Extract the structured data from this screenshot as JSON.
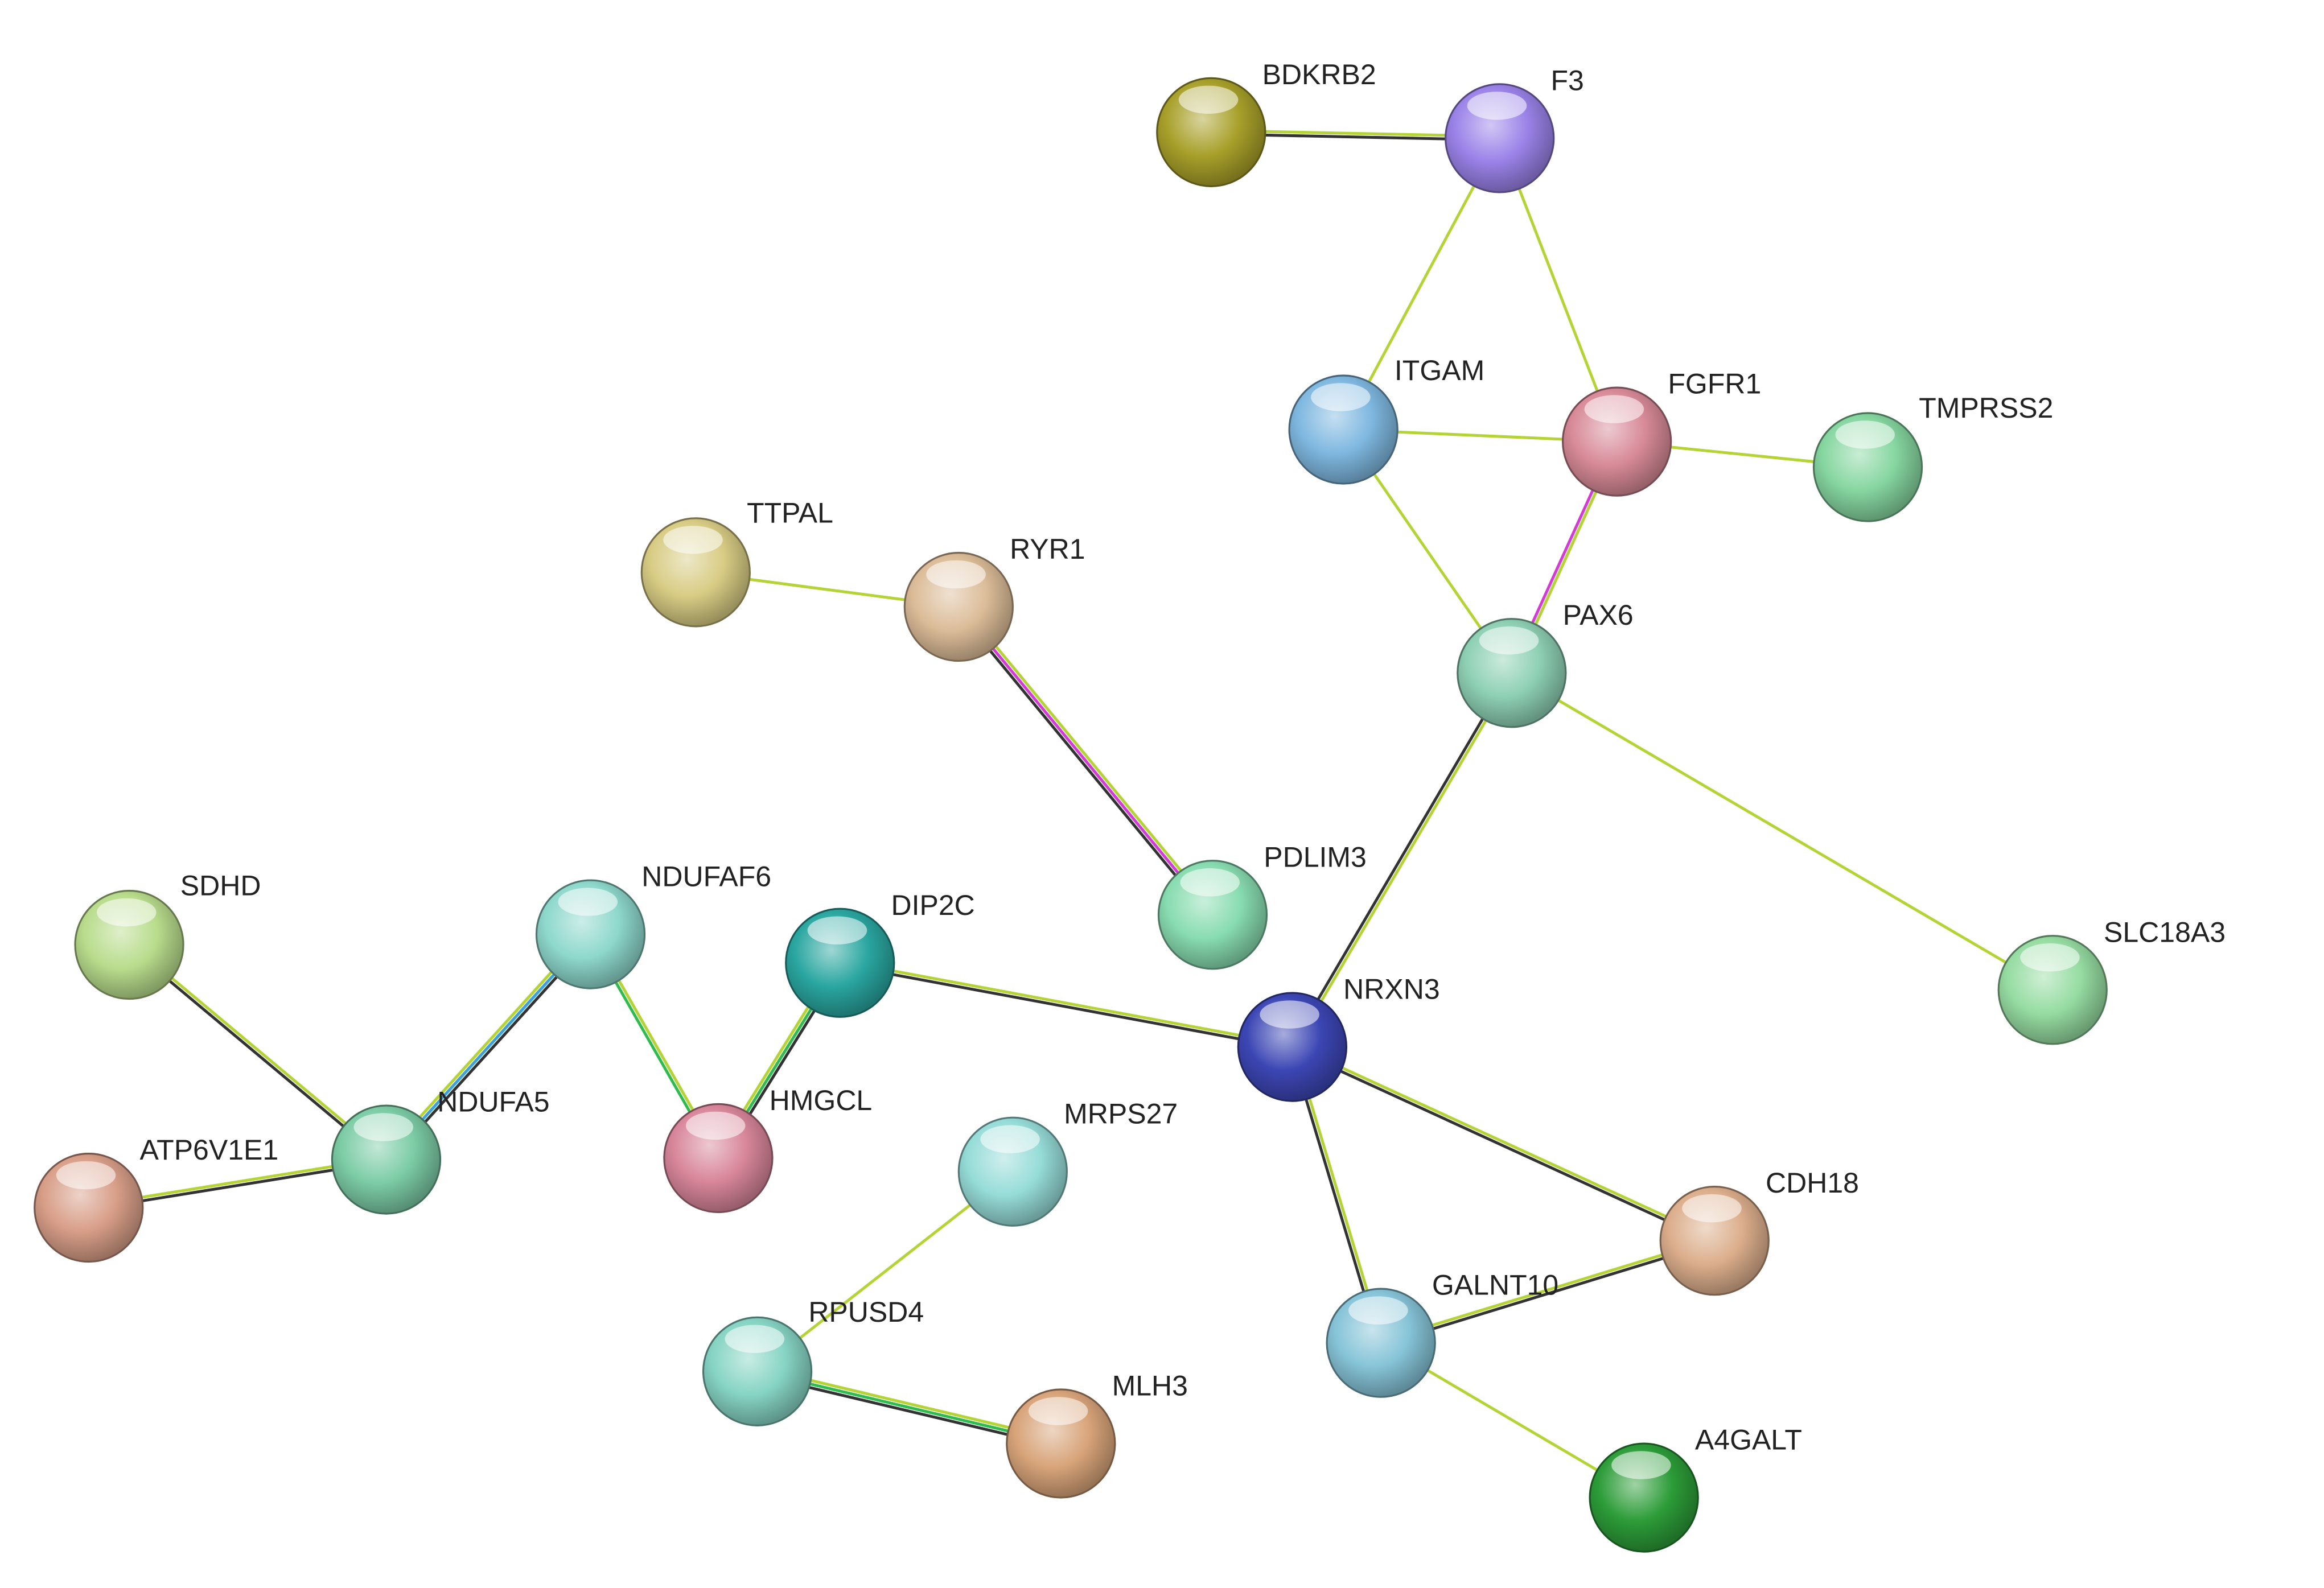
{
  "nodes": [
    {
      "id": "BDKRB2",
      "label": "BDKRB2",
      "color": "#a8a02a"
    },
    {
      "id": "F3",
      "label": "F3",
      "color": "#9a82e8"
    },
    {
      "id": "ITGAM",
      "label": "ITGAM",
      "color": "#7fb8e0"
    },
    {
      "id": "FGFR1",
      "label": "FGFR1",
      "color": "#d88a98"
    },
    {
      "id": "TMPRSS2",
      "label": "TMPRSS2",
      "color": "#86d6a0"
    },
    {
      "id": "TTPAL",
      "label": "TTPAL",
      "color": "#d8cc84"
    },
    {
      "id": "RYR1",
      "label": "RYR1",
      "color": "#dcbc98"
    },
    {
      "id": "PAX6",
      "label": "PAX6",
      "color": "#8ed0b4"
    },
    {
      "id": "PDLIM3",
      "label": "PDLIM3",
      "color": "#88dcb0"
    },
    {
      "id": "SLC18A3",
      "label": "SLC18A3",
      "color": "#96dca2"
    },
    {
      "id": "SDHD",
      "label": "SDHD",
      "color": "#b8dc8c"
    },
    {
      "id": "NDUFAF6",
      "label": "NDUFAF6",
      "color": "#8ed8cc"
    },
    {
      "id": "DIP2C",
      "label": "DIP2C",
      "color": "#2aa6a0"
    },
    {
      "id": "NRXN3",
      "label": "NRXN3",
      "color": "#3c46b4"
    },
    {
      "id": "NDUFA5",
      "label": "NDUFA5",
      "color": "#7ccca6"
    },
    {
      "id": "HMGCL",
      "label": "HMGCL",
      "color": "#d8869a"
    },
    {
      "id": "ATP6V1E1",
      "label": "ATP6V1E1",
      "color": "#d89e88"
    },
    {
      "id": "MRPS27",
      "label": "MRPS27",
      "color": "#96dcd8"
    },
    {
      "id": "CDH18",
      "label": "CDH18",
      "color": "#dcae8c"
    },
    {
      "id": "GALNT10",
      "label": "GALNT10",
      "color": "#86c4d8"
    },
    {
      "id": "RPUSD4",
      "label": "RPUSD4",
      "color": "#86d4c4"
    },
    {
      "id": "MLH3",
      "label": "MLH3",
      "color": "#d8a47a"
    },
    {
      "id": "A4GALT",
      "label": "A4GALT",
      "color": "#2c9c38"
    }
  ],
  "edges": [
    {
      "source": "BDKRB2",
      "target": "F3",
      "colors": [
        "#b4d334",
        "#333333"
      ]
    },
    {
      "source": "F3",
      "target": "ITGAM",
      "colors": [
        "#b4d334"
      ]
    },
    {
      "source": "F3",
      "target": "FGFR1",
      "colors": [
        "#b4d334"
      ]
    },
    {
      "source": "ITGAM",
      "target": "FGFR1",
      "colors": [
        "#b4d334"
      ]
    },
    {
      "source": "FGFR1",
      "target": "TMPRSS2",
      "colors": [
        "#b4d334"
      ]
    },
    {
      "source": "ITGAM",
      "target": "PAX6",
      "colors": [
        "#b4d334"
      ]
    },
    {
      "source": "FGFR1",
      "target": "PAX6",
      "colors": [
        "#b4d334",
        "#d63ad6"
      ]
    },
    {
      "source": "PAX6",
      "target": "SLC18A3",
      "colors": [
        "#b4d334"
      ]
    },
    {
      "source": "PAX6",
      "target": "NRXN3",
      "colors": [
        "#b4d334",
        "#333333"
      ]
    },
    {
      "source": "TTPAL",
      "target": "RYR1",
      "colors": [
        "#b4d334"
      ]
    },
    {
      "source": "RYR1",
      "target": "PDLIM3",
      "colors": [
        "#b4d334",
        "#d63ad6",
        "#333333"
      ]
    },
    {
      "source": "SDHD",
      "target": "NDUFA5",
      "colors": [
        "#b4d334",
        "#333333"
      ]
    },
    {
      "source": "ATP6V1E1",
      "target": "NDUFA5",
      "colors": [
        "#b4d334",
        "#333333"
      ]
    },
    {
      "source": "NDUFA5",
      "target": "NDUFAF6",
      "colors": [
        "#b4d334",
        "#3aa0e0",
        "#333333"
      ]
    },
    {
      "source": "NDUFAF6",
      "target": "HMGCL",
      "colors": [
        "#b4d334",
        "#2ebc4e"
      ]
    },
    {
      "source": "HMGCL",
      "target": "DIP2C",
      "colors": [
        "#b4d334",
        "#2ebc4e",
        "#333333"
      ]
    },
    {
      "source": "DIP2C",
      "target": "NRXN3",
      "colors": [
        "#b4d334",
        "#333333"
      ]
    },
    {
      "source": "NRXN3",
      "target": "CDH18",
      "colors": [
        "#b4d334",
        "#333333"
      ]
    },
    {
      "source": "NRXN3",
      "target": "GALNT10",
      "colors": [
        "#b4d334",
        "#333333"
      ]
    },
    {
      "source": "GALNT10",
      "target": "CDH18",
      "colors": [
        "#b4d334",
        "#333333"
      ]
    },
    {
      "source": "GALNT10",
      "target": "A4GALT",
      "colors": [
        "#b4d334"
      ]
    },
    {
      "source": "MRPS27",
      "target": "RPUSD4",
      "colors": [
        "#b4d334"
      ]
    },
    {
      "source": "RPUSD4",
      "target": "MLH3",
      "colors": [
        "#b4d334",
        "#2ebc4e",
        "#333333"
      ]
    }
  ]
}
